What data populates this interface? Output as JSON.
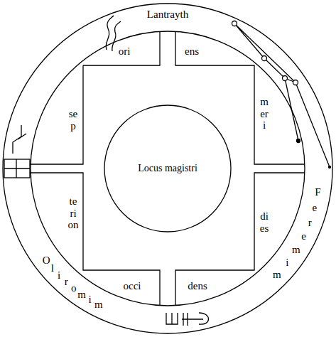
{
  "diagram": {
    "nodes": [
      {
        "text": [
          "Lantrayth",
          "Feremim",
          "Oliromim"
        ]
      },
      {
        "text": [
          "ori",
          "ens",
          "meri",
          "dies",
          "occi",
          "dens",
          "sep",
          "terion"
        ],
        "in": 0
      },
      {
        "text": [
          "Locus magistri"
        ],
        "in": 1
      }
    ]
  }
}
